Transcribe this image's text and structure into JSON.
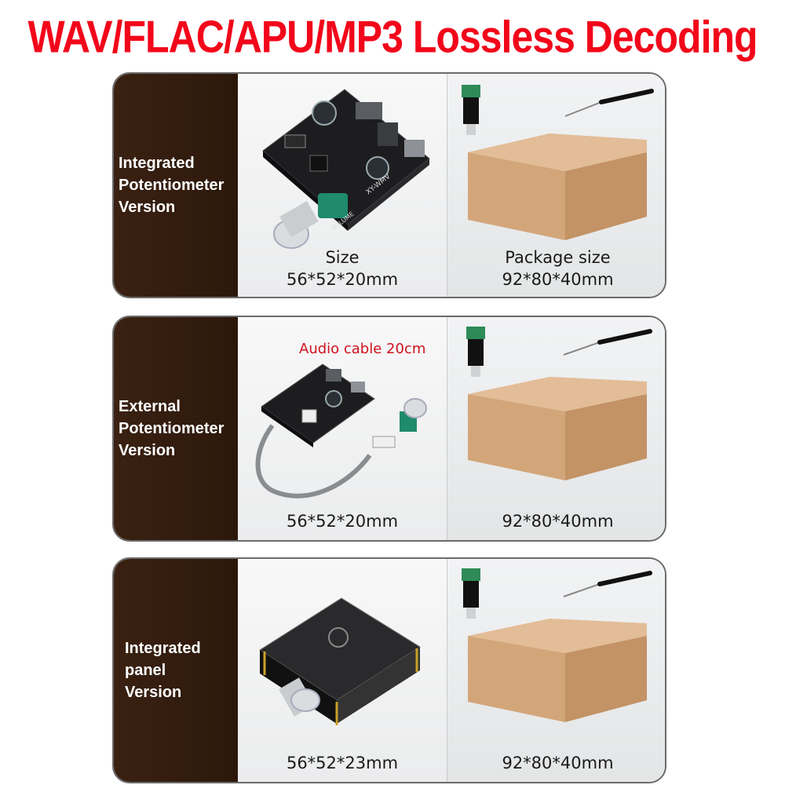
{
  "title": "WAV/FLAC/APU/MP3 Lossless Decoding",
  "rows": [
    {
      "label": [
        "Integrated",
        "Potentiometer",
        "Version"
      ],
      "size_heading": "Size",
      "size": "56*52*20mm",
      "package_heading": "Package size",
      "package": "92*80*40mm",
      "board_text": [
        "XY-WMV",
        "VOLUME"
      ]
    },
    {
      "label": [
        "External",
        "Potentiometer",
        "Version"
      ],
      "note": "Audio cable 20cm",
      "size": "56*52*20mm",
      "package": "92*80*40mm"
    },
    {
      "label": [
        "Integrated",
        "panel",
        "Version"
      ],
      "size": "56*52*23mm",
      "package": "92*80*40mm"
    }
  ],
  "colors": {
    "title": "#f2061a",
    "label_panel": "#2f1a0c",
    "note": "#d0121e",
    "box": "#d7ae85"
  }
}
